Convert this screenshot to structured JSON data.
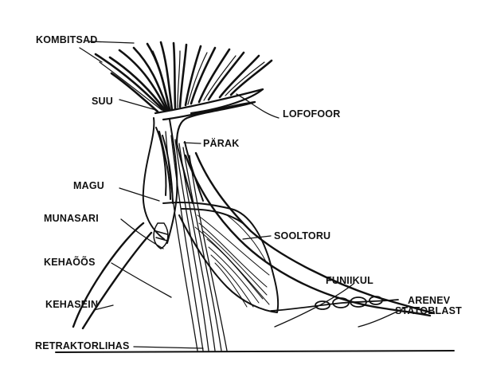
{
  "diagram": {
    "labels": {
      "kombitsad": "KOMBITSAD",
      "suu": "SUU",
      "lofofoor": "LOFOFOOR",
      "parak": "PÄRAK",
      "magu": "MAGU",
      "munasari": "MUNASARI",
      "sooltoru": "SOOLTORU",
      "kehaoos": "KEHAÕÕS",
      "funiikul": "FUNIIKUL",
      "kehasein": "KEHASEIN",
      "arenev": "ARENEV",
      "statoblast": "STATOBLAST",
      "retraktorlihas": "RETRAKTORLIHAS"
    },
    "colors": {
      "ink": "#111111",
      "background": "#ffffff"
    }
  }
}
